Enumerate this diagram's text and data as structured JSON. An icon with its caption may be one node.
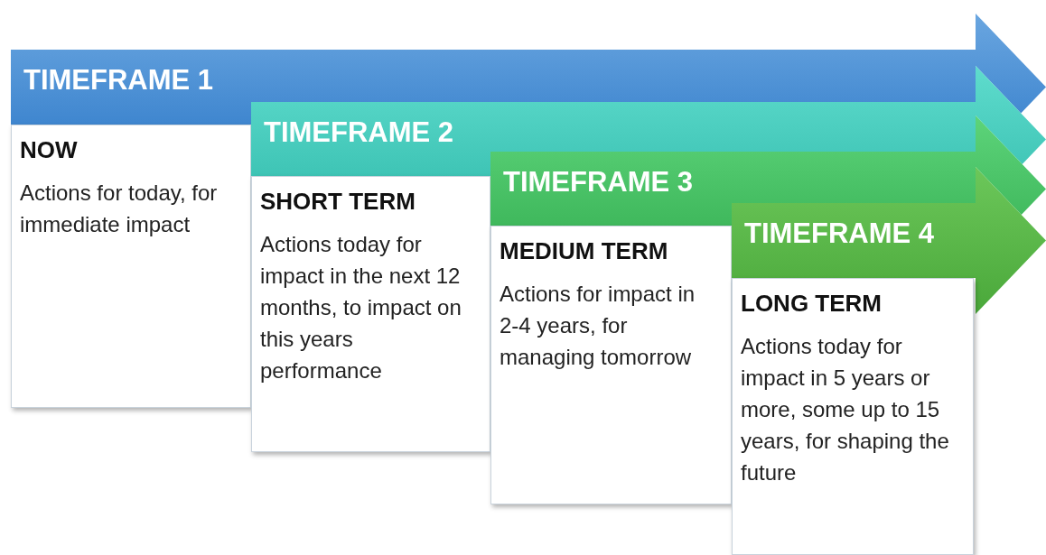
{
  "diagram": {
    "nodes": [
      {
        "text": [
          "TIMEFRAME 1"
        ]
      },
      {
        "text": [
          "NOW",
          "Actions for today, for immediate impact"
        ]
      },
      {
        "text": [
          "TIMEFRAME 2"
        ]
      },
      {
        "text": [
          "SHORT TERM",
          "Actions today for impact in the next 12 months, to impact on this years performance"
        ]
      },
      {
        "text": [
          "TIMEFRAME 3"
        ]
      },
      {
        "text": [
          "MEDIUM TERM",
          "Actions for impact in 2-4 years, for managing tomorrow"
        ]
      },
      {
        "text": [
          "TIMEFRAME 4"
        ]
      },
      {
        "text": [
          "LONG TERM",
          "Actions today for impact in 5 years or more, some up to 15 years, for shaping the future"
        ]
      }
    ],
    "edges": []
  }
}
